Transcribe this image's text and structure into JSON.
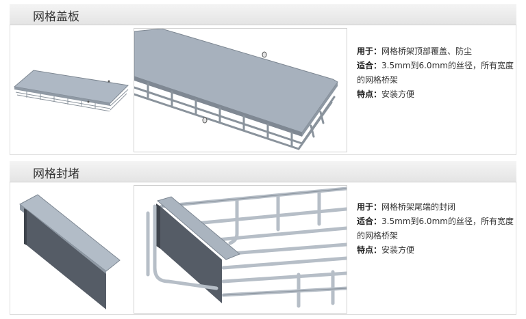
{
  "sections": [
    {
      "title": "网格盖板",
      "lines": [
        {
          "label": "用于：",
          "text": "网格桥架顶部覆盖、防尘"
        },
        {
          "label": "适合：",
          "text": "3.5mm到6.0mm的丝径，所有宽度的网格桥架"
        },
        {
          "label": "特点：",
          "text": "安装方便"
        }
      ]
    },
    {
      "title": "网格封堵",
      "lines": [
        {
          "label": "用于：",
          "text": "网格桥架尾端的封闭"
        },
        {
          "label": "适合：",
          "text": "3.5mm到6.0mm的丝径，所有宽度的网格桥架"
        },
        {
          "label": "特点：",
          "text": "安装方便"
        }
      ]
    }
  ]
}
